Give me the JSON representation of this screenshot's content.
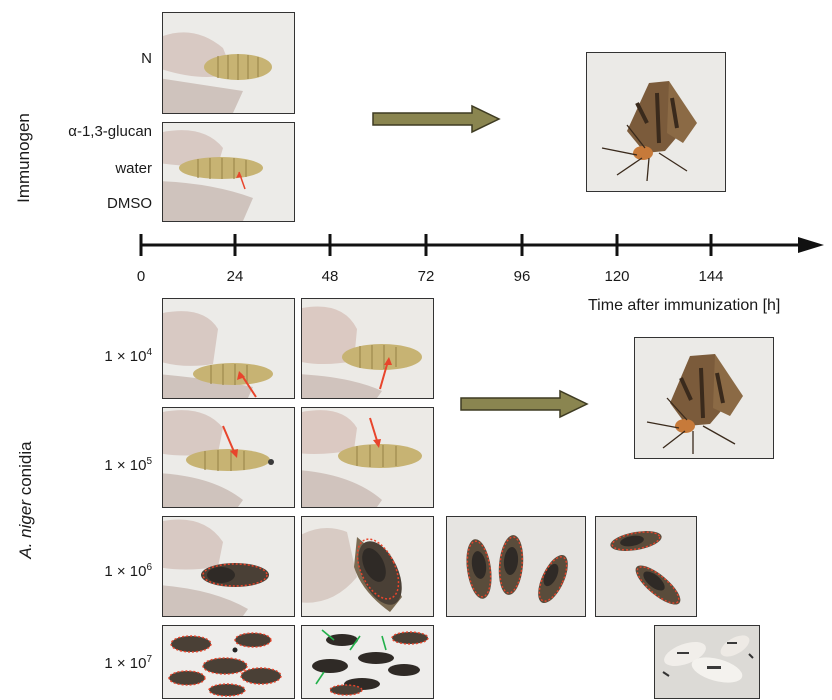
{
  "immunogen": {
    "axis_label": "Immunogen",
    "rows": [
      "N",
      "α-1,3-glucan",
      "water",
      "DMSO"
    ]
  },
  "timeline": {
    "ticks": [
      "0",
      "24",
      "48",
      "72",
      "96",
      "120",
      "144"
    ],
    "axis_title": "Time after immunization [h]"
  },
  "conidia": {
    "axis_label_italic": "A. niger",
    "axis_label_rest": " conidia",
    "doses": [
      {
        "base": "1 × 10",
        "exp": "4"
      },
      {
        "base": "1 × 10",
        "exp": "5"
      },
      {
        "base": "1 × 10",
        "exp": "6"
      },
      {
        "base": "1 × 10",
        "exp": "7"
      }
    ]
  },
  "colors": {
    "arrow_fill": "#8a8550",
    "arrow_stroke": "#3e3b22",
    "marker_red": "#e8452c",
    "marker_green": "#22b04a",
    "larva": "#c7b373",
    "dark_larva": "#2f2a26",
    "glove": "#d9cfc9",
    "moth": "#7b5b3b"
  }
}
